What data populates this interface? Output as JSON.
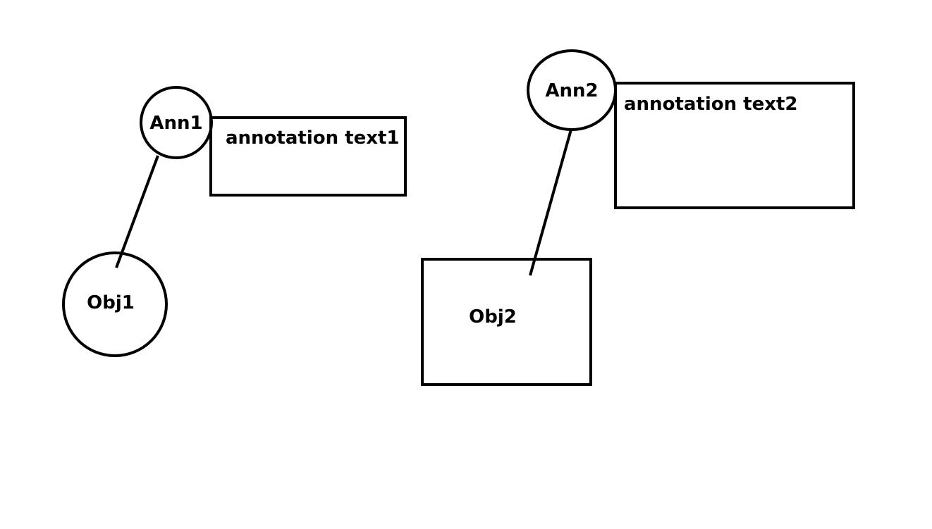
{
  "annotations": [
    {
      "id": "ann1",
      "label": "Ann1",
      "text": "annotation text1"
    },
    {
      "id": "ann2",
      "label": "Ann2",
      "text": "annotation text2"
    }
  ],
  "objects": [
    {
      "id": "obj1",
      "label": "Obj1",
      "shape": "circle"
    },
    {
      "id": "obj2",
      "label": "Obj2",
      "shape": "rectangle"
    }
  ],
  "links": [
    {
      "from": "Ann1",
      "to": "Obj1"
    },
    {
      "from": "Ann2",
      "to": "Obj2"
    }
  ],
  "colors": {
    "stroke": "#000000",
    "background": "#ffffff"
  }
}
